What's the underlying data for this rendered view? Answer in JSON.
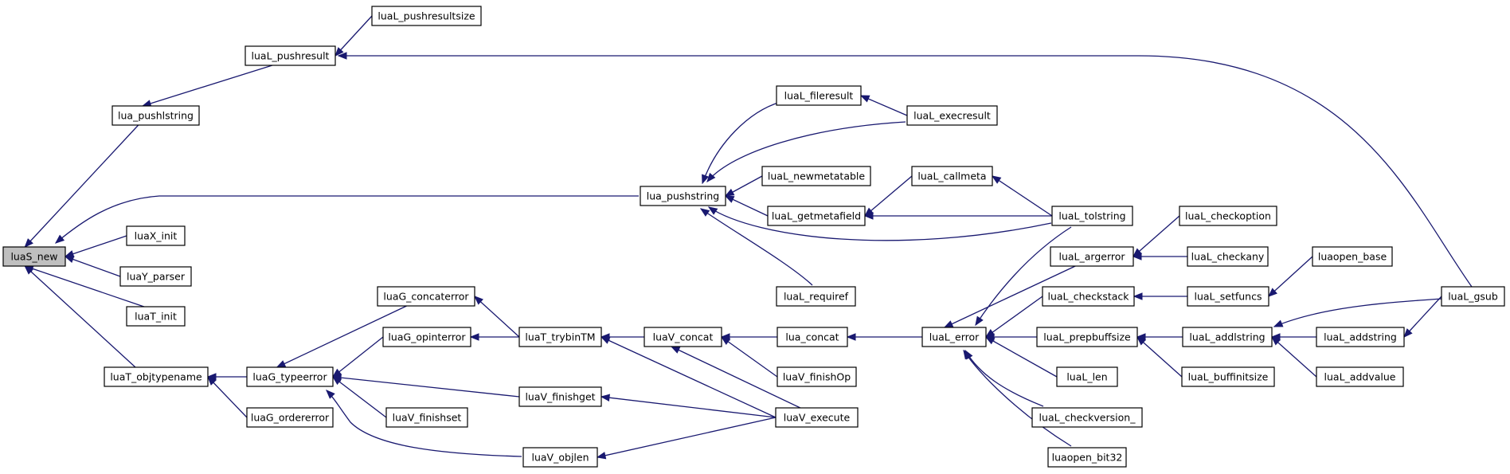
{
  "diagram": {
    "type": "call-graph",
    "root": "luaS_new",
    "colors": {
      "edge": "#191970",
      "node_border": "#000000",
      "root_fill": "#bfbfbf",
      "node_fill": "#ffffff"
    },
    "nodes": [
      {
        "id": "luaS_new",
        "label": "luaS_new"
      },
      {
        "id": "lua_pushlstring",
        "label": "lua_pushlstring"
      },
      {
        "id": "luaL_pushresult",
        "label": "luaL_pushresult"
      },
      {
        "id": "luaL_pushresultsize",
        "label": "luaL_pushresultsize"
      },
      {
        "id": "lua_pushstring",
        "label": "lua_pushstring"
      },
      {
        "id": "luaX_init",
        "label": "luaX_init"
      },
      {
        "id": "luaY_parser",
        "label": "luaY_parser"
      },
      {
        "id": "luaT_init",
        "label": "luaT_init"
      },
      {
        "id": "luaT_objtypename",
        "label": "luaT_objtypename"
      },
      {
        "id": "luaG_typeerror",
        "label": "luaG_typeerror"
      },
      {
        "id": "luaG_ordererror",
        "label": "luaG_ordererror"
      },
      {
        "id": "luaG_concaterror",
        "label": "luaG_concaterror"
      },
      {
        "id": "luaG_opinterror",
        "label": "luaG_opinterror"
      },
      {
        "id": "luaT_trybinTM",
        "label": "luaT_trybinTM"
      },
      {
        "id": "luaV_concat",
        "label": "luaV_concat"
      },
      {
        "id": "luaV_finishget",
        "label": "luaV_finishget"
      },
      {
        "id": "luaV_finishset",
        "label": "luaV_finishset"
      },
      {
        "id": "luaV_objlen",
        "label": "luaV_objlen"
      },
      {
        "id": "lua_concat",
        "label": "lua_concat"
      },
      {
        "id": "luaV_finishOp",
        "label": "luaV_finishOp"
      },
      {
        "id": "luaV_execute",
        "label": "luaV_execute"
      },
      {
        "id": "luaL_fileresult",
        "label": "luaL_fileresult"
      },
      {
        "id": "luaL_execresult",
        "label": "luaL_execresult"
      },
      {
        "id": "luaL_newmetatable",
        "label": "luaL_newmetatable"
      },
      {
        "id": "luaL_getmetafield",
        "label": "luaL_getmetafield"
      },
      {
        "id": "luaL_callmeta",
        "label": "luaL_callmeta"
      },
      {
        "id": "luaL_tolstring",
        "label": "luaL_tolstring"
      },
      {
        "id": "luaL_requiref",
        "label": "luaL_requiref"
      },
      {
        "id": "luaL_error",
        "label": "luaL_error"
      },
      {
        "id": "luaL_argerror",
        "label": "luaL_argerror"
      },
      {
        "id": "luaL_checkoption",
        "label": "luaL_checkoption"
      },
      {
        "id": "luaL_checkany",
        "label": "luaL_checkany"
      },
      {
        "id": "luaL_checkstack",
        "label": "luaL_checkstack"
      },
      {
        "id": "luaL_setfuncs",
        "label": "luaL_setfuncs"
      },
      {
        "id": "luaopen_base",
        "label": "luaopen_base"
      },
      {
        "id": "luaL_prepbuffsize",
        "label": "luaL_prepbuffsize"
      },
      {
        "id": "luaL_addlstring",
        "label": "luaL_addlstring"
      },
      {
        "id": "luaL_addstring",
        "label": "luaL_addstring"
      },
      {
        "id": "luaL_gsub",
        "label": "luaL_gsub"
      },
      {
        "id": "luaL_buffinitsize",
        "label": "luaL_buffinitsize"
      },
      {
        "id": "luaL_addvalue",
        "label": "luaL_addvalue"
      },
      {
        "id": "luaL_len",
        "label": "luaL_len"
      },
      {
        "id": "luaL_checkversion_",
        "label": "luaL_checkversion_"
      },
      {
        "id": "luaopen_bit32",
        "label": "luaopen_bit32"
      }
    ],
    "edges": [
      {
        "from": "lua_pushlstring",
        "to": "luaS_new"
      },
      {
        "from": "lua_pushstring",
        "to": "luaS_new"
      },
      {
        "from": "luaX_init",
        "to": "luaS_new"
      },
      {
        "from": "luaY_parser",
        "to": "luaS_new"
      },
      {
        "from": "luaT_init",
        "to": "luaS_new"
      },
      {
        "from": "luaT_objtypename",
        "to": "luaS_new"
      },
      {
        "from": "luaL_pushresult",
        "to": "lua_pushlstring"
      },
      {
        "from": "luaL_pushresultsize",
        "to": "luaL_pushresult"
      },
      {
        "from": "luaL_gsub",
        "to": "luaL_pushresult"
      },
      {
        "from": "luaL_fileresult",
        "to": "lua_pushstring"
      },
      {
        "from": "luaL_execresult",
        "to": "lua_pushstring"
      },
      {
        "from": "luaL_newmetatable",
        "to": "lua_pushstring"
      },
      {
        "from": "luaL_getmetafield",
        "to": "lua_pushstring"
      },
      {
        "from": "luaL_tolstring",
        "to": "lua_pushstring"
      },
      {
        "from": "luaL_requiref",
        "to": "lua_pushstring"
      },
      {
        "from": "luaL_execresult",
        "to": "luaL_fileresult"
      },
      {
        "from": "luaL_callmeta",
        "to": "luaL_getmetafield"
      },
      {
        "from": "luaL_tolstring",
        "to": "luaL_getmetafield"
      },
      {
        "from": "luaL_tolstring",
        "to": "luaL_callmeta"
      },
      {
        "from": "luaG_typeerror",
        "to": "luaT_objtypename"
      },
      {
        "from": "luaG_ordererror",
        "to": "luaT_objtypename"
      },
      {
        "from": "luaG_concaterror",
        "to": "luaG_typeerror"
      },
      {
        "from": "luaG_opinterror",
        "to": "luaG_typeerror"
      },
      {
        "from": "luaV_finishget",
        "to": "luaG_typeerror"
      },
      {
        "from": "luaV_finishset",
        "to": "luaG_typeerror"
      },
      {
        "from": "luaV_objlen",
        "to": "luaG_typeerror"
      },
      {
        "from": "luaT_trybinTM",
        "to": "luaG_concaterror"
      },
      {
        "from": "luaT_trybinTM",
        "to": "luaG_opinterror"
      },
      {
        "from": "luaV_concat",
        "to": "luaT_trybinTM"
      },
      {
        "from": "luaV_execute",
        "to": "luaT_trybinTM"
      },
      {
        "from": "lua_concat",
        "to": "luaV_concat"
      },
      {
        "from": "luaV_finishOp",
        "to": "luaV_concat"
      },
      {
        "from": "luaV_execute",
        "to": "luaV_concat"
      },
      {
        "from": "luaV_execute",
        "to": "luaV_finishget"
      },
      {
        "from": "luaV_execute",
        "to": "luaV_objlen"
      },
      {
        "from": "luaL_error",
        "to": "lua_concat"
      },
      {
        "from": "luaL_tolstring",
        "to": "luaL_error"
      },
      {
        "from": "luaL_argerror",
        "to": "luaL_error"
      },
      {
        "from": "luaL_checkstack",
        "to": "luaL_error"
      },
      {
        "from": "luaL_prepbuffsize",
        "to": "luaL_error"
      },
      {
        "from": "luaL_len",
        "to": "luaL_error"
      },
      {
        "from": "luaL_checkversion_",
        "to": "luaL_error"
      },
      {
        "from": "luaopen_bit32",
        "to": "luaL_error"
      },
      {
        "from": "luaL_checkoption",
        "to": "luaL_argerror"
      },
      {
        "from": "luaL_checkany",
        "to": "luaL_argerror"
      },
      {
        "from": "luaL_setfuncs",
        "to": "luaL_checkstack"
      },
      {
        "from": "luaopen_base",
        "to": "luaL_setfuncs"
      },
      {
        "from": "luaL_addlstring",
        "to": "luaL_prepbuffsize"
      },
      {
        "from": "luaL_buffinitsize",
        "to": "luaL_prepbuffsize"
      },
      {
        "from": "luaL_addstring",
        "to": "luaL_addlstring"
      },
      {
        "from": "luaL_gsub",
        "to": "luaL_addlstring"
      },
      {
        "from": "luaL_addvalue",
        "to": "luaL_addlstring"
      },
      {
        "from": "luaL_gsub",
        "to": "luaL_addstring"
      }
    ]
  }
}
